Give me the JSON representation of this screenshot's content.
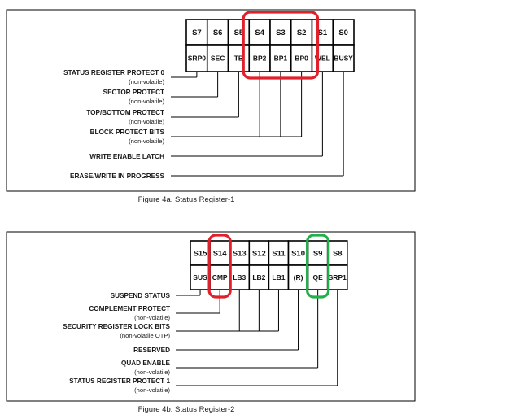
{
  "figures": [
    {
      "caption": "Figure 4a. Status Register-1",
      "bits": [
        "S7",
        "S6",
        "S5",
        "S4",
        "S3",
        "S2",
        "S1",
        "S0"
      ],
      "names": [
        "SRP0",
        "SEC",
        "TB",
        "BP2",
        "BP1",
        "BP0",
        "WEL",
        "BUSY"
      ],
      "fields": [
        {
          "label": "STATUS REGISTER PROTECT 0",
          "sub": "(non-volatile)",
          "bits": [
            0
          ]
        },
        {
          "label": "SECTOR PROTECT",
          "sub": "(non-volatile)",
          "bits": [
            1
          ]
        },
        {
          "label": "TOP/BOTTOM PROTECT",
          "sub": "(non-volatile)",
          "bits": [
            2
          ]
        },
        {
          "label": "BLOCK PROTECT BITS",
          "sub": "(non-volatile)",
          "bits": [
            3,
            4,
            5
          ]
        },
        {
          "label": "WRITE ENABLE LATCH",
          "sub": "",
          "bits": [
            6
          ]
        },
        {
          "label": "ERASE/WRITE IN PROGRESS",
          "sub": "",
          "bits": [
            7
          ]
        }
      ],
      "highlights": [
        {
          "bits": [
            3,
            5
          ],
          "color": "#e0202a"
        }
      ]
    },
    {
      "caption": "Figure 4b. Status Register-2",
      "bits": [
        "S15",
        "S14",
        "S13",
        "S12",
        "S11",
        "S10",
        "S9",
        "S8"
      ],
      "names": [
        "SUS",
        "CMP",
        "LB3",
        "LB2",
        "LB1",
        "(R)",
        "QE",
        "SRP1"
      ],
      "fields": [
        {
          "label": "SUSPEND STATUS",
          "sub": "",
          "bits": [
            0
          ]
        },
        {
          "label": "COMPLEMENT PROTECT",
          "sub": "(non-volatile)",
          "bits": [
            1
          ]
        },
        {
          "label": "SECURITY REGISTER LOCK BITS",
          "sub": "(non-volatile OTP)",
          "bits": [
            2,
            3,
            4
          ]
        },
        {
          "label": "RESERVED",
          "sub": "",
          "bits": [
            5
          ]
        },
        {
          "label": "QUAD ENABLE",
          "sub": "(non-volatile)",
          "bits": [
            6
          ]
        },
        {
          "label": "STATUS REGISTER PROTECT 1",
          "sub": "(non-volatile)",
          "bits": [
            7
          ]
        }
      ],
      "highlights": [
        {
          "bits": [
            1,
            1
          ],
          "color": "#e0202a"
        },
        {
          "bits": [
            6,
            6
          ],
          "color": "#22b04a"
        }
      ]
    }
  ]
}
